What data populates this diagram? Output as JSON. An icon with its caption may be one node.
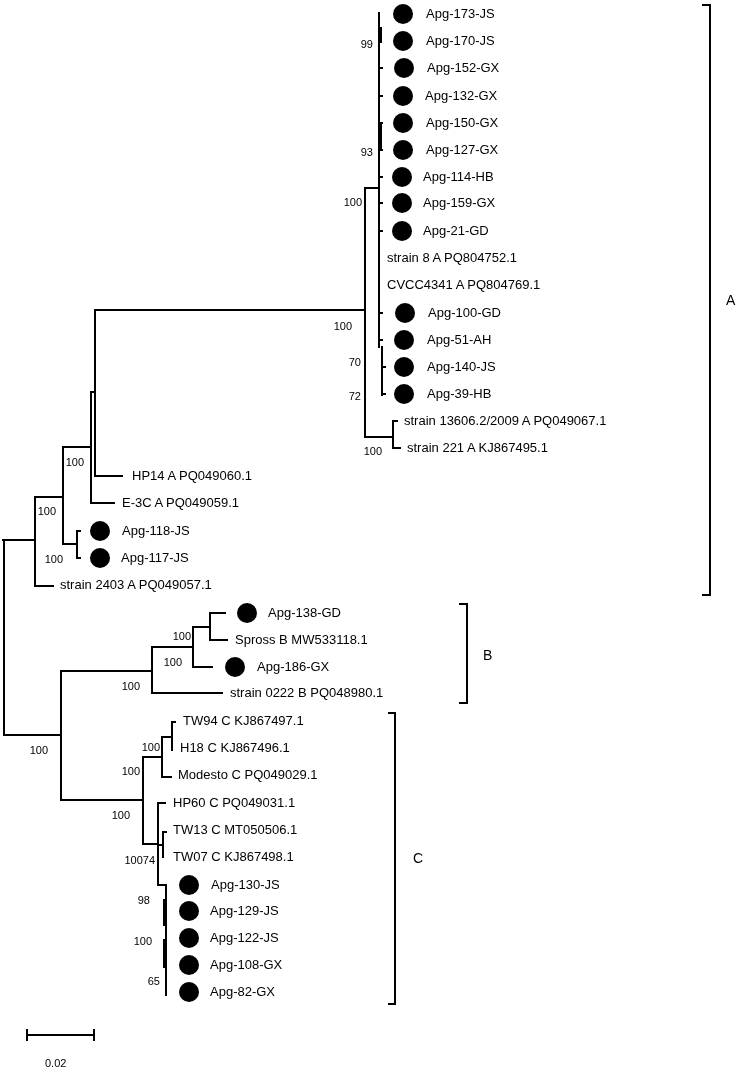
{
  "diagram": {
    "labels": [
      "Apg-173-JS",
      "99",
      "Apg-170-JS",
      "Apg-152-GX",
      "Apg-132-GX",
      "Apg-150-GX",
      "93",
      "Apg-127-GX",
      "Apg-114-HB",
      "100",
      "Apg-159-GX",
      "Apg-21-GD",
      "strain 8 A PQ804752.1",
      "CVCC4341 A PQ804769.1",
      "A",
      "Apg-100-GD",
      "100",
      "Apg-51-AH",
      "70",
      "Apg-140-JS",
      "72",
      "Apg-39-HB",
      "strain 13606.2/2009 A PQ049067.1",
      "strain 221 A KJ867495.1",
      "100",
      "100",
      "HP14 A PQ049060.1",
      "E-3C A PQ049059.1",
      "100",
      "Apg-118-JS",
      "100",
      "Apg-117-JS",
      "strain 2403 A PQ049057.1",
      "Apg-138-GD",
      "100",
      "Spross B MW533118.1",
      "B",
      "100",
      "Apg-186-GX",
      "100",
      "strain 0222 B PQ048980.1",
      "TW94 C KJ867497.1",
      "H18 C KJ867496.1",
      "100",
      "100",
      "Modesto C PQ049029.1",
      "100",
      "HP60 C PQ049031.1",
      "100",
      "TW13 C MT050506.1",
      "10074",
      "TW07 C KJ867498.1",
      "C",
      "Apg-130-JS",
      "98",
      "Apg-129-JS",
      "100",
      "Apg-122-JS",
      "Apg-108-GX",
      "65",
      "Apg-82-GX",
      "0.02"
    ]
  }
}
